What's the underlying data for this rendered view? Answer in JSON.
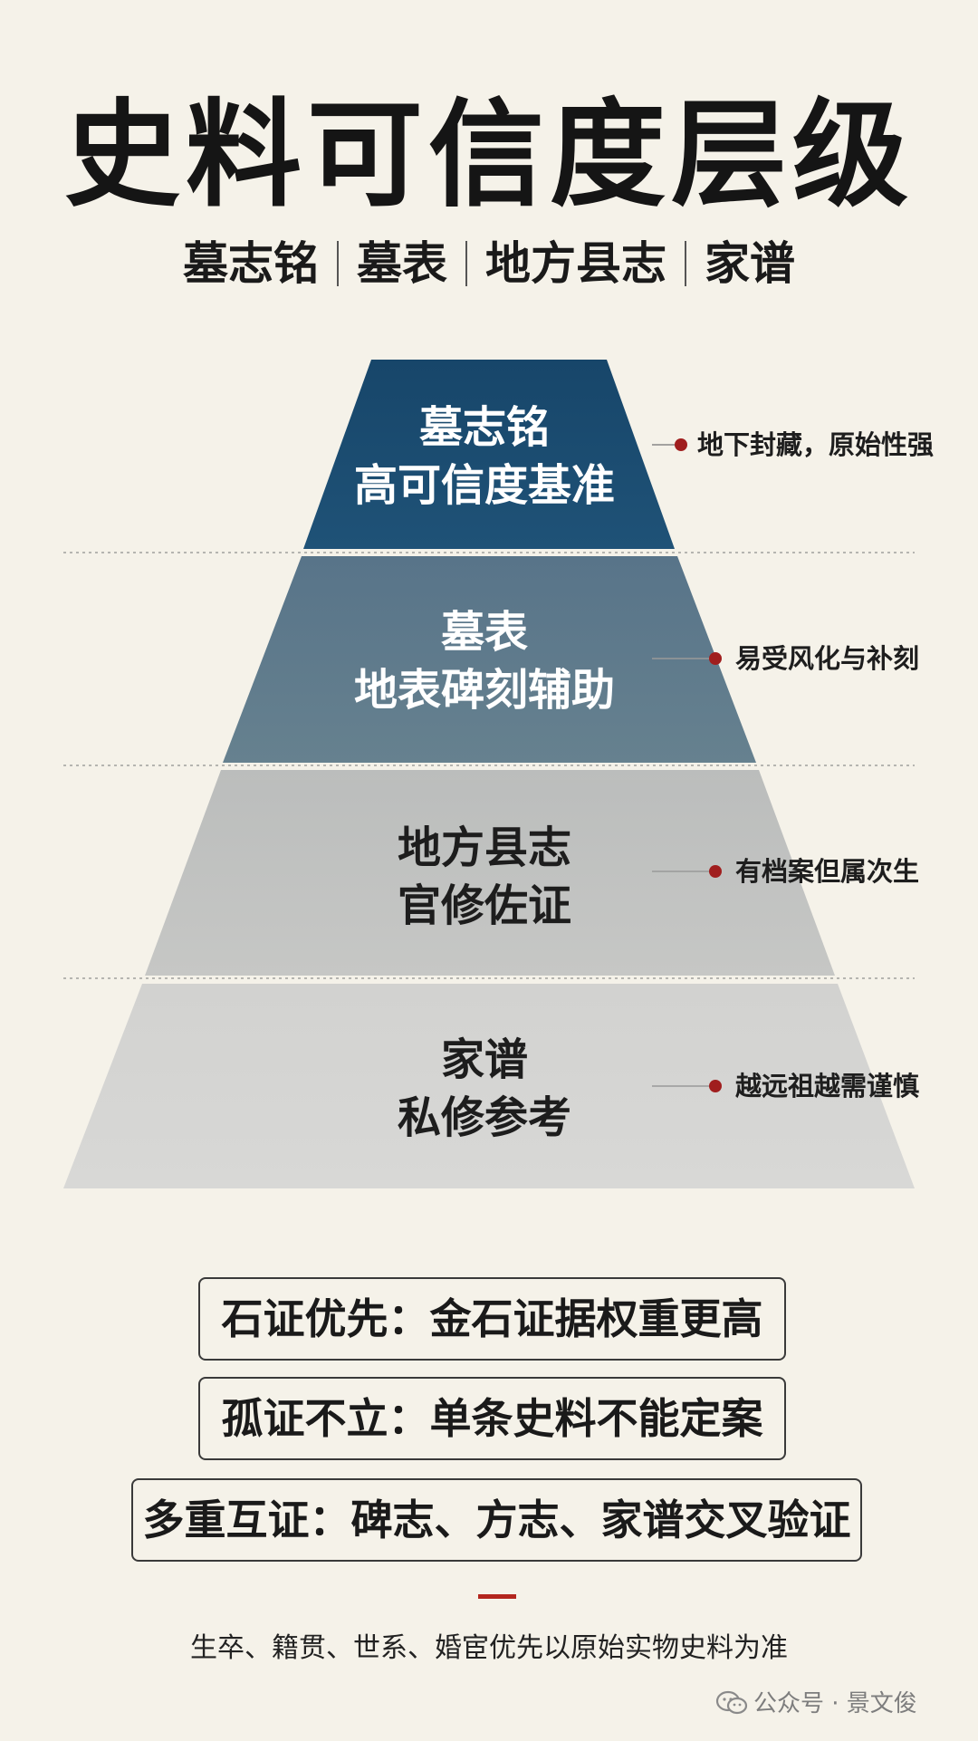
{
  "title": "史料可信度层级",
  "subtitle": {
    "items": [
      "墓志铭",
      "墓表",
      "地方县志",
      "家谱"
    ]
  },
  "pyramid": {
    "tiers": [
      {
        "name": "墓志铭",
        "desc": "高可信度基准",
        "note": "地下封藏，原始性强",
        "color": "#1d4b6e"
      },
      {
        "name": "墓表",
        "desc": "地表碑刻辅助",
        "note": "易受风化与补刻",
        "color": "#5e7a90"
      },
      {
        "name": "地方县志",
        "desc": "官修佐证",
        "note": "有档案但属次生",
        "color": "#bfc1c0"
      },
      {
        "name": "家谱",
        "desc": "私修参考",
        "note": "越远祖越需谨慎",
        "color": "#d4d4d2"
      }
    ],
    "note_dot_color": "#a01e1e"
  },
  "principles": [
    "石证优先：金石证据权重更高",
    "孤证不立：单条史料不能定案",
    "多重互证：碑志、方志、家谱交叉验证"
  ],
  "footnote": "生卒、籍贯、世系、婚宦优先以原始实物史料为准",
  "brand": {
    "icon": "wechat-icon",
    "label": "公众号 · 景文俊"
  },
  "colors": {
    "accent": "#b3261e",
    "background": "#f5f2e9"
  }
}
